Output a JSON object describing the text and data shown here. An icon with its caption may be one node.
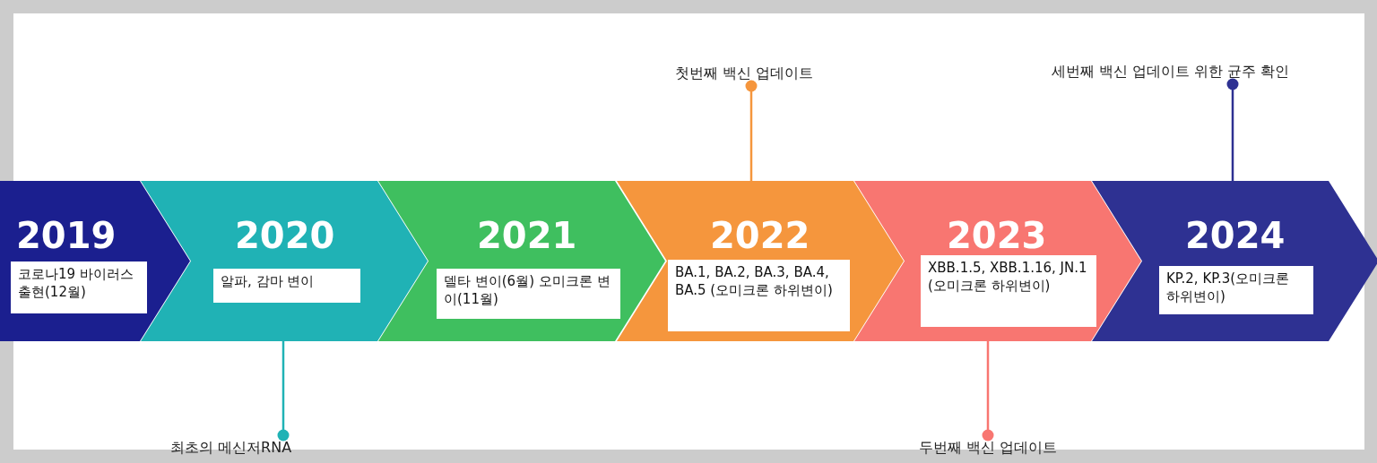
{
  "diagram": {
    "nodes": [
      {
        "text": [
          "2019",
          "코로나19 바이러스 출현(12월)"
        ]
      },
      {
        "text": [
          "2020",
          "알파, 감마 변이"
        ]
      },
      {
        "text": [
          "2021",
          "델타 변이(6월) 오미크론 변이(11월)"
        ]
      },
      {
        "text": [
          "2022",
          "BA.1, BA.2, BA.3, BA.4, BA.5 (오미크론 하위변이)"
        ]
      },
      {
        "text": [
          "2023",
          "XBB.1.5, XBB.1.16, JN.1 (오미크론 하위변이)"
        ]
      },
      {
        "text": [
          "2024",
          "KP.2, KP.3(오미크론 하위변이)"
        ]
      },
      {
        "text": [
          "최초의 메신저RNA"
        ]
      },
      {
        "text": [
          "첫번째 백신 업데이트"
        ]
      },
      {
        "text": [
          "두번째 백신 업데이트"
        ]
      },
      {
        "text": [
          "세번째 백신 업데이트 위한 균주 확인"
        ]
      }
    ],
    "edges": [
      {
        "from": 1,
        "to": 6,
        "arrow": "other",
        "color": "#20b2b5"
      },
      {
        "from": 3,
        "to": 7,
        "arrow": "other",
        "color": "#f5963d"
      },
      {
        "from": 4,
        "to": 8,
        "arrow": "other",
        "color": "#f87671"
      },
      {
        "from": 5,
        "to": 9,
        "arrow": "other",
        "color": "#2e3192"
      }
    ]
  }
}
